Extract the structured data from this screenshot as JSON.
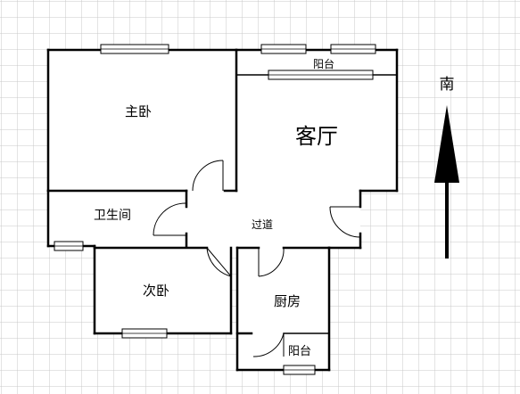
{
  "rooms": {
    "master_bedroom": "主卧",
    "living_room": "客厅",
    "bathroom": "卫生间",
    "corridor": "过道",
    "second_bedroom": "次卧",
    "kitchen": "厨房",
    "balcony_top": "阳台",
    "balcony_bottom": "阳台"
  },
  "compass": {
    "label": "南"
  },
  "colors": {
    "grid": "#c8c8c8",
    "wall": "#000000"
  }
}
